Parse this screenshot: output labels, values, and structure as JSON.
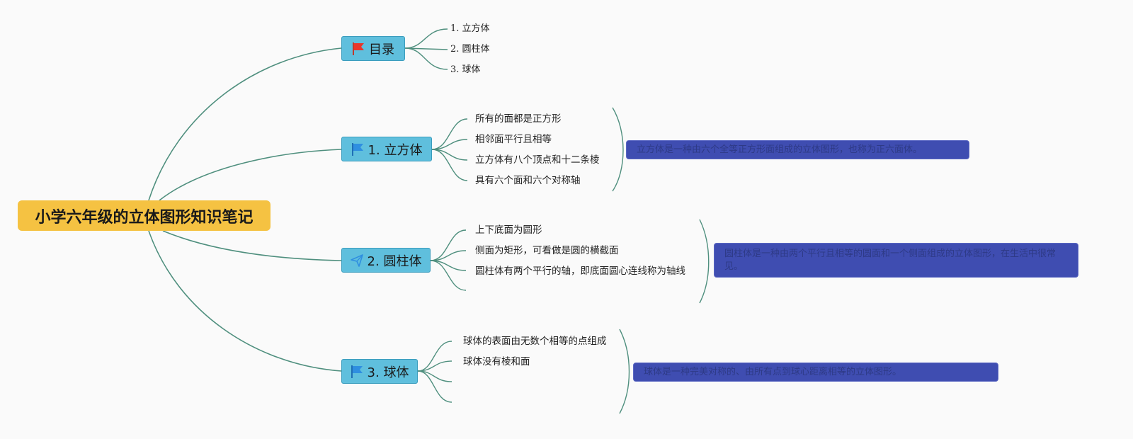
{
  "root": {
    "title": "小学六年级的立体图形知识笔记"
  },
  "colors": {
    "root_bg": "#f5c242",
    "topic_bg": "#5fbfdd",
    "line": "#4f8f7e",
    "note_bg": "#3f4db1"
  },
  "topics": [
    {
      "label": "目录",
      "icon": "red-flag-icon",
      "items": [
        "1. 立方体",
        "2. 圆柱体",
        "3. 球体"
      ]
    },
    {
      "label": "1. 立方体",
      "icon": "blue-flag-icon",
      "items": [
        "所有的面都是正方形",
        "相邻面平行且相等",
        "立方体有八个顶点和十二条棱",
        "具有六个面和六个对称轴"
      ],
      "note": "立方体是一种由六个全等正方形面组成的立体图形，也称为正六面体。"
    },
    {
      "label": "2. 圆柱体",
      "icon": "paper-plane-icon",
      "items": [
        "上下底面为圆形",
        "侧面为矩形，可看做是圆的横截面",
        "圆柱体有两个平行的轴，即底面圆心连线称为轴线",
        ""
      ],
      "note": "圆柱体是一种由两个平行且相等的圆面和一个侧面组成的立体图形，在生活中很常见。"
    },
    {
      "label": "3. 球体",
      "icon": "blue-flag-icon",
      "items": [
        "球体的表面由无数个相等的点组成",
        "球体没有棱和面",
        "",
        ""
      ],
      "note": "球体是一种完美对称的、由所有点到球心距离相等的立体图形。"
    }
  ]
}
